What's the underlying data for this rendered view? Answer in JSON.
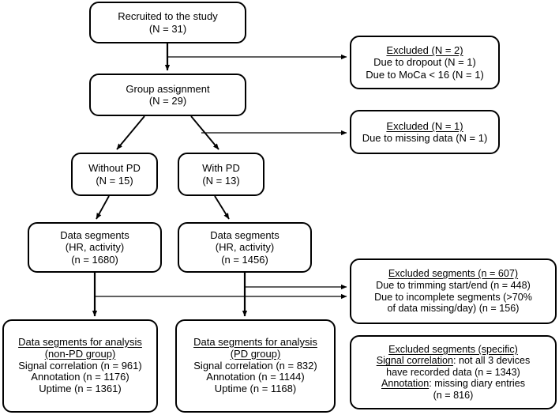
{
  "diagram": {
    "title": "Study participant and data segment flow diagram",
    "type": "flowchart",
    "stroke_color": "#000000",
    "fill_color": "#ffffff"
  },
  "nodes": {
    "recruited": {
      "lines": [
        {
          "text": "Recruited to the study",
          "underline": false
        },
        {
          "text": "(N = 31)",
          "underline": false
        }
      ]
    },
    "excluded_1": {
      "lines": [
        {
          "text": "Excluded (N = 2)",
          "underline": true
        },
        {
          "text": "Due to dropout (N = 1)",
          "underline": false
        },
        {
          "text": "Due to MoCa < 16 (N = 1)",
          "underline": false
        }
      ]
    },
    "group_assignment": {
      "lines": [
        {
          "text": "Group assignment",
          "underline": false
        },
        {
          "text": "(N = 29)",
          "underline": false
        }
      ]
    },
    "excluded_2": {
      "lines": [
        {
          "text": "Excluded (N = 1)",
          "underline": true
        },
        {
          "text": "Due to missing data (N = 1)",
          "underline": false
        }
      ]
    },
    "without_pd": {
      "lines": [
        {
          "text": "Without PD",
          "underline": false
        },
        {
          "text": "(N = 15)",
          "underline": false
        }
      ]
    },
    "with_pd": {
      "lines": [
        {
          "text": "With PD",
          "underline": false
        },
        {
          "text": "(N = 13)",
          "underline": false
        }
      ]
    },
    "segments_nonpd": {
      "lines": [
        {
          "text": "Data segments",
          "underline": false
        },
        {
          "text": "(HR, activity)",
          "underline": false
        },
        {
          "text": "(n = 1680)",
          "underline": false
        }
      ]
    },
    "segments_pd": {
      "lines": [
        {
          "text": "Data segments",
          "underline": false
        },
        {
          "text": "(HR, activity)",
          "underline": false
        },
        {
          "text": "(n = 1456)",
          "underline": false
        }
      ]
    },
    "excluded_segments": {
      "lines": [
        {
          "text": "Excluded segments (n = 607)",
          "underline": true
        },
        {
          "text": "Due to trimming start/end (n = 448)",
          "underline": false
        },
        {
          "text": "Due to incomplete segments (>70%",
          "underline": false
        },
        {
          "text": "of data missing/day)  (n = 156)",
          "underline": false
        }
      ]
    },
    "analysis_nonpd": {
      "lines": [
        {
          "text": "Data segments for analysis",
          "underline": true
        },
        {
          "text": "(non-PD group)",
          "underline": true
        },
        {
          "text": "Signal correlation (n = 961)",
          "underline": false
        },
        {
          "text": "Annotation (n = 1176)",
          "underline": false
        },
        {
          "text": "Uptime (n = 1361)",
          "underline": false
        }
      ]
    },
    "analysis_pd": {
      "lines": [
        {
          "text": "Data segments for analysis",
          "underline": true
        },
        {
          "text": "(PD group)",
          "underline": true
        },
        {
          "text": "Signal correlation (n = 832)",
          "underline": false
        },
        {
          "text": "Annotation (n = 1144)",
          "underline": false
        },
        {
          "text": "Uptime (n = 1168)",
          "underline": false
        }
      ]
    },
    "excluded_specific": {
      "lines": [
        {
          "text": "Excluded segments (specific)",
          "underline": true
        },
        {
          "text": "Signal correlation: not all 3 devices",
          "underline": "partial"
        },
        {
          "text": "have recorded data (n = 1343)",
          "underline": false
        },
        {
          "text": "Annotation: missing diary entries",
          "underline": "partial"
        },
        {
          "text": "(n = 816)",
          "underline": false
        }
      ],
      "partial_underline_words": [
        "Signal correlation",
        "Annotation"
      ]
    }
  }
}
